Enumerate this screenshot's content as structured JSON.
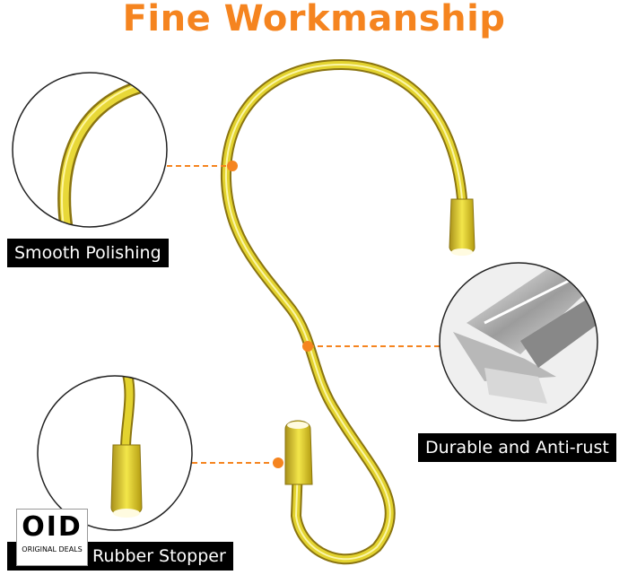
{
  "title": "Fine Workmanship",
  "features": [
    {
      "label": "Smooth Polishing"
    },
    {
      "label": "Durable and Anti-rust"
    },
    {
      "label": "Rubber Stopper"
    }
  ],
  "logo": {
    "mark": "OID",
    "text": "ORIGINAL DEALS"
  },
  "colors": {
    "accent": "#f5841f",
    "gold": "#d8c21a",
    "label_bg": "#000000",
    "label_text": "#ffffff"
  }
}
